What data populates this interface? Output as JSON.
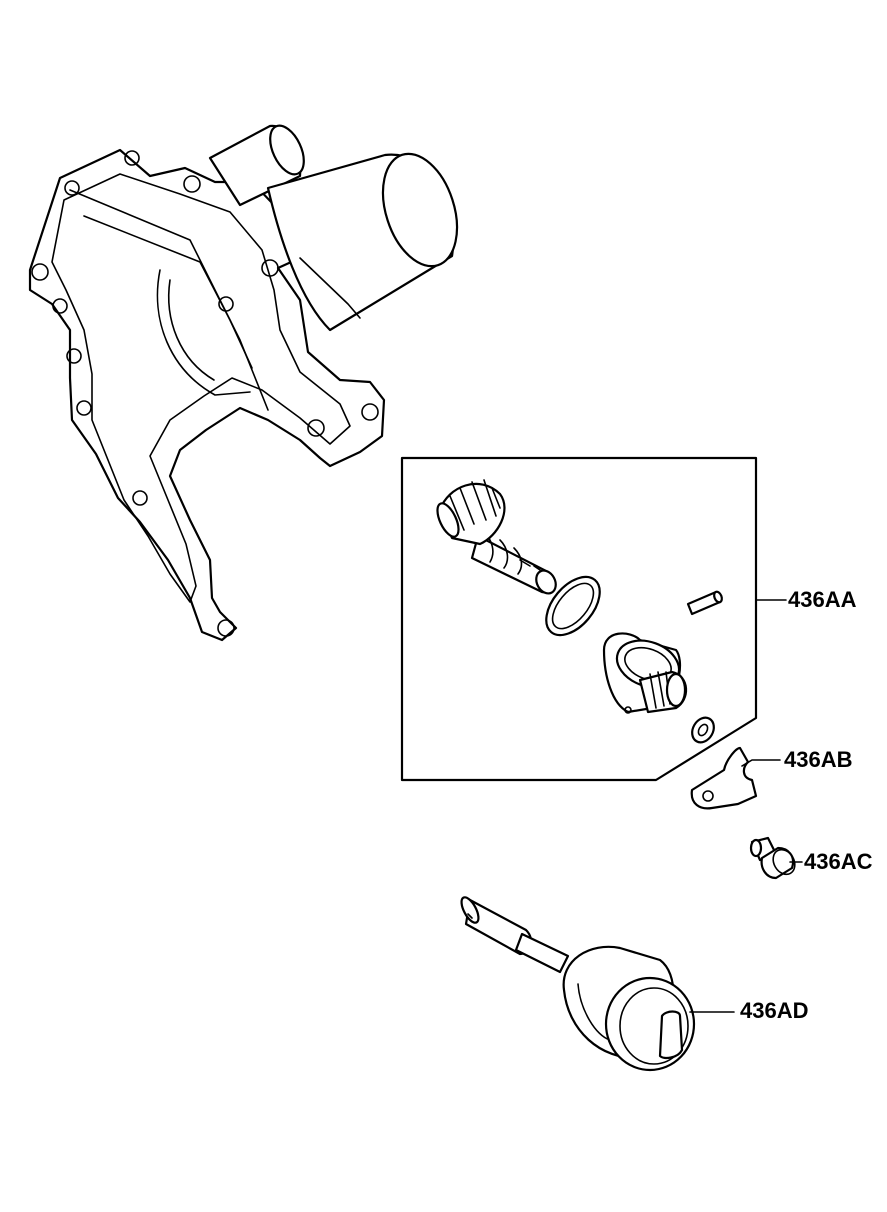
{
  "callouts": [
    {
      "id": "436AA",
      "text": "436AA"
    },
    {
      "id": "436AB",
      "text": "436AB"
    },
    {
      "id": "436AC",
      "text": "436AC"
    },
    {
      "id": "436AD",
      "text": "436AD"
    }
  ]
}
